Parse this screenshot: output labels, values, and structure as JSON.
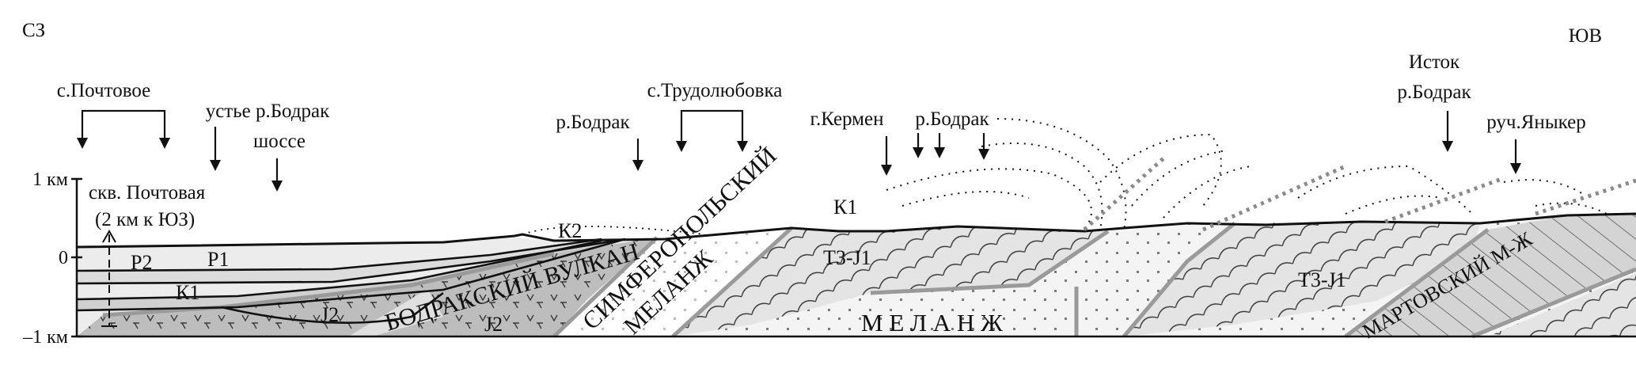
{
  "directions": {
    "northwest": "СЗ",
    "southeast": "ЮВ"
  },
  "scale": {
    "top": "1 км",
    "zero": "0",
    "bottom": "–1 км"
  },
  "localities": {
    "pochtovoe": "с.Почтовое",
    "bodrak_mouth": "устье р.Бодрак",
    "highway": "шоссе",
    "well_name": "скв. Почтовая",
    "well_note": "(2 км к ЮЗ)",
    "bodrak_river_1": "р.Бодрак",
    "trudolyubovka": "с.Трудолюбовка",
    "kermen": "г.Кермен",
    "bodrak_river_2": "р.Бодрак",
    "source_line1": "Исток",
    "source_line2": "р.Бодрак",
    "yanyker": "руч.Яныкер"
  },
  "units": {
    "p2": "Р2",
    "p1": "Р1",
    "k1_left": "К1",
    "k2": "К2",
    "k1_right": "К1",
    "j2_main": "J2",
    "j2_small": "J2",
    "t3j1_left": "Т3-J1",
    "t3j1_right": "Т3-J1",
    "bodrak_volcano": "БОДРАКСКИЙ ВУЛКАН",
    "simferopol_line1": "СИМФЕРОПОЛЬСКИЙ",
    "simferopol_line2": "МЕЛАНЖ",
    "melange": "М Е Л А Н Ж",
    "martovsky": "МАРТОВСКИЙ М-Ж"
  },
  "colors": {
    "ink": "#111111",
    "light_fill": "#ececec",
    "mid_fill": "#d6d6d6",
    "dark_fill": "#bdbdbd",
    "contact_gray": "#9a9a9a"
  }
}
